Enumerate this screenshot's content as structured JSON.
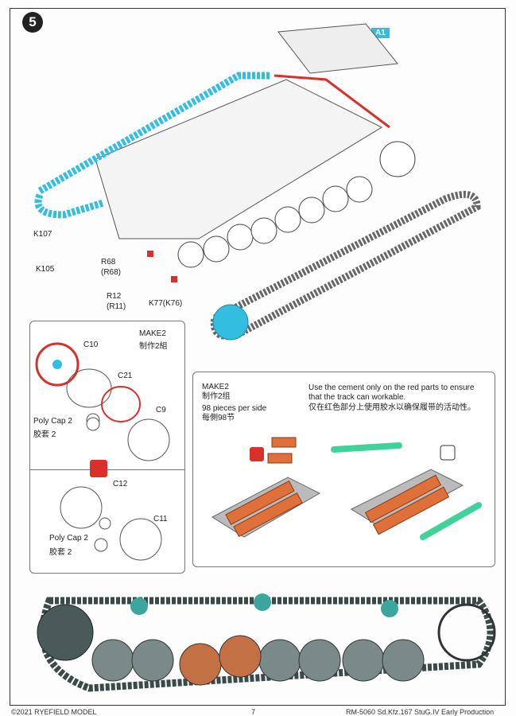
{
  "step_number": "5",
  "part_badge": "A1",
  "callouts": {
    "k107": "K107",
    "k105": "K105",
    "r68": "R68",
    "r68_alt": "(R68)",
    "r12": "R12",
    "r11_alt": "(R11)",
    "k77": "K77(K76)"
  },
  "wheel_panel": {
    "make": "MAKE2",
    "make_cn": "制作2組",
    "c10": "C10",
    "c21": "C21",
    "c9": "C9",
    "polycap1": "Poly Cap 2",
    "polycap1_cn": "胶套 2",
    "c12": "C12",
    "c11": "C11",
    "polycap2": "Poly Cap 2",
    "polycap2_cn": "胶套 2"
  },
  "track_panel": {
    "make": "MAKE2",
    "make_cn": "制作2组",
    "pieces": "98 pieces per side",
    "pieces_cn": "每側98节",
    "note_line1": "Use the cement only on the red parts to ensure",
    "note_line2": "that the track can workable.",
    "note_cn": "仅在红色部分上使用胶水以确保履带的活动性。"
  },
  "footer": {
    "copyright": "©2021 RYEFIELD MODEL",
    "page": "7",
    "product": "RM-5060 Sd.Kfz.167 StuG.IV Early Production"
  },
  "colors": {
    "cyan": "#33bde0",
    "red": "#d9302a",
    "orange": "#e0703a",
    "green": "#3fd39a",
    "track": "#3a4a48"
  }
}
